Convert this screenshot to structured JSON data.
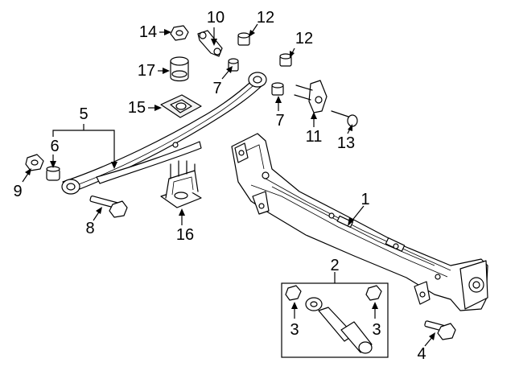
{
  "callouts": {
    "c1": "1",
    "c2": "2",
    "c3a": "3",
    "c3b": "3",
    "c4": "4",
    "c5": "5",
    "c6": "6",
    "c7a": "7",
    "c7b": "7",
    "c8": "8",
    "c9": "9",
    "c10": "10",
    "c11": "11",
    "c12a": "12",
    "c12b": "12",
    "c13": "13",
    "c14": "14",
    "c15": "15",
    "c16": "16",
    "c17": "17"
  }
}
